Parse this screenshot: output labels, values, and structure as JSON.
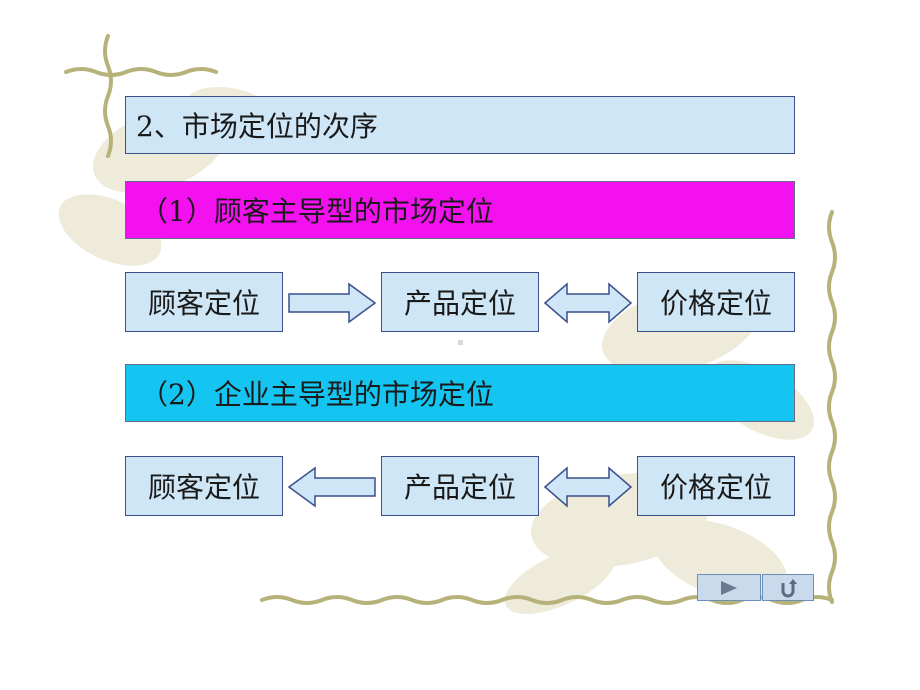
{
  "slide": {
    "title": "2、市场定位的次序",
    "section1": {
      "heading": "（1）顾客主导型的市场定位",
      "boxes": [
        "顾客定位",
        "产品定位",
        "价格定位"
      ]
    },
    "section2": {
      "heading": "（2）企业主导型的市场定位",
      "boxes": [
        "顾客定位",
        "产品定位",
        "价格定位"
      ]
    }
  },
  "colors": {
    "box_fill": "#cfe6f7",
    "band1": "#f311f0",
    "band2": "#14c5f2",
    "border": "#3a4f8c",
    "vine": "#b6b27a"
  },
  "nav": {
    "icons": [
      "play-icon",
      "return-icon"
    ]
  }
}
